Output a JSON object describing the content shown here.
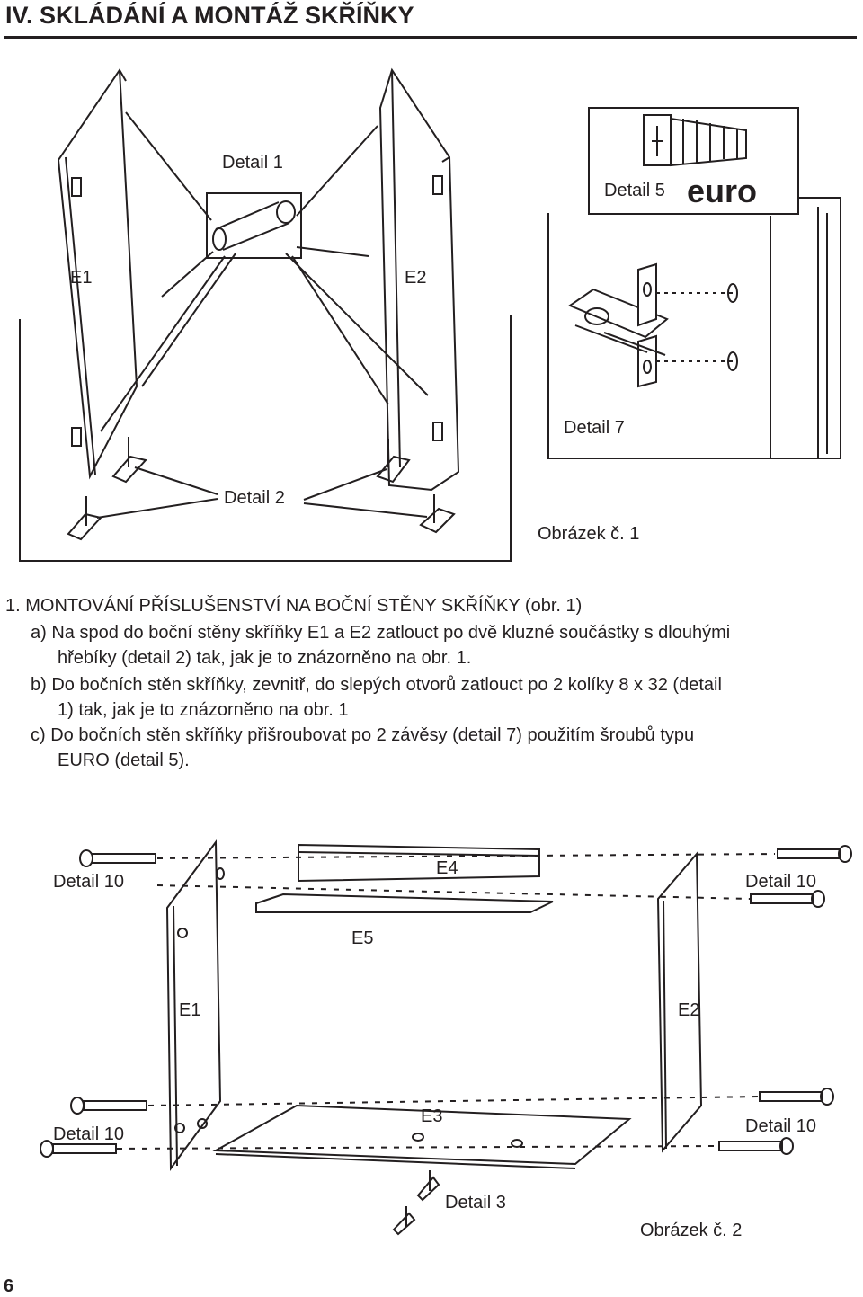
{
  "heading": "IV. SKLÁDÁNÍ A MONTÁŽ SKŘÍŇKY",
  "figure1": {
    "labels": {
      "detail1": "Detail 1",
      "detail5": "Detail 5",
      "euro": "euro",
      "e1": "E1",
      "e2": "E2",
      "detail7": "Detail 7",
      "detail2": "Detail 2",
      "caption": "Obrázek č. 1"
    }
  },
  "instructions": {
    "line1": "1.  MONTOVÁNÍ PŘÍSLUŠENSTVÍ NA BOČNÍ STĚNY SKŘÍŇKY (obr. 1)",
    "line2": "a)  Na spod do boční stěny skříňky E1 a E2 zatlouct po dvě kluzné součástky s dlouhými",
    "line3": "hřebíky (detail 2) tak, jak je to znázorněno na obr. 1.",
    "line4": "b)  Do bočních stěn skříňky, zevnitř, do slepých otvorů zatlouct po 2 kolíky 8 x 32 (detail",
    "line5": "1) tak, jak je to znázorněno na obr. 1",
    "line6": "c)  Do bočních stěn skříňky přišroubovat po 2 závěsy (detail 7) použitím šroubů typu",
    "line7": "EURO (detail 5)."
  },
  "figure2": {
    "labels": {
      "detail10_tl": "Detail 10",
      "e4": "E4",
      "detail10_tr": "Detail 10",
      "e5": "E5",
      "e1": "E1",
      "e2": "E2",
      "e3": "E3",
      "detail10_bl": "Detail 10",
      "detail10_br": "Detail 10",
      "detail3": "Detail 3",
      "caption": "Obrázek č. 2"
    }
  },
  "page_number": "6"
}
